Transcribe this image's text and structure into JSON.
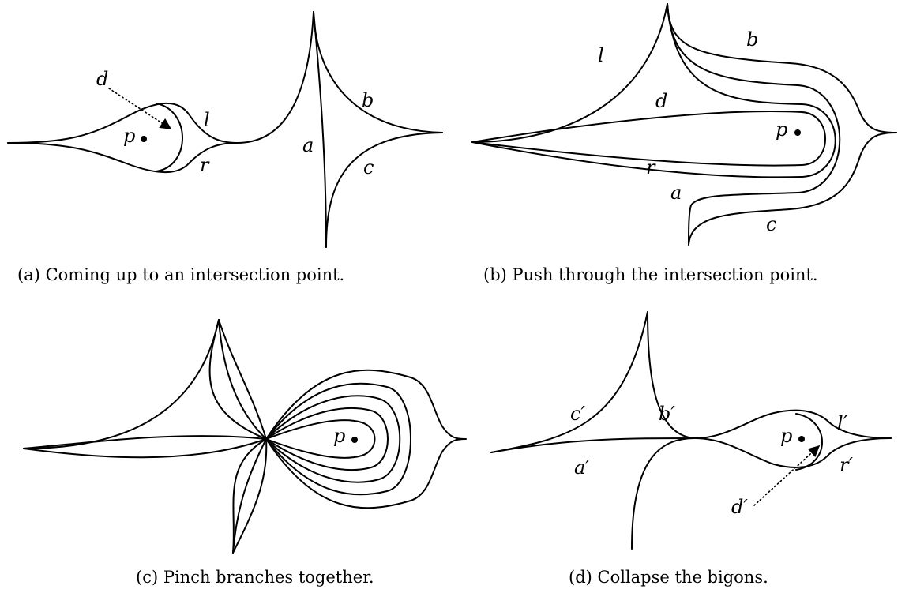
{
  "panels": {
    "a": {
      "caption": "(a) Coming up to an intersection point.",
      "labels": {
        "d": "d",
        "p": "p",
        "l": "l",
        "r": "r",
        "a": "a",
        "b": "b",
        "c": "c"
      }
    },
    "b": {
      "caption": "(b) Push through the intersection point.",
      "labels": {
        "l": "l",
        "d": "d",
        "p": "p",
        "r": "r",
        "a": "a",
        "b": "b",
        "c": "c"
      }
    },
    "c": {
      "caption": "(c) Pinch branches together.",
      "labels": {
        "p": "p"
      }
    },
    "d": {
      "caption": "(d) Collapse the bigons.",
      "labels": {
        "c": "c′",
        "b": "b′",
        "a": "a′",
        "p": "p",
        "l": "l′",
        "r": "r′",
        "d": "d′"
      }
    }
  },
  "colors": {
    "stroke": "#000000",
    "background": "#ffffff"
  },
  "icons": {
    "point": "filled-dot",
    "arrow": "dotted-arrow"
  }
}
